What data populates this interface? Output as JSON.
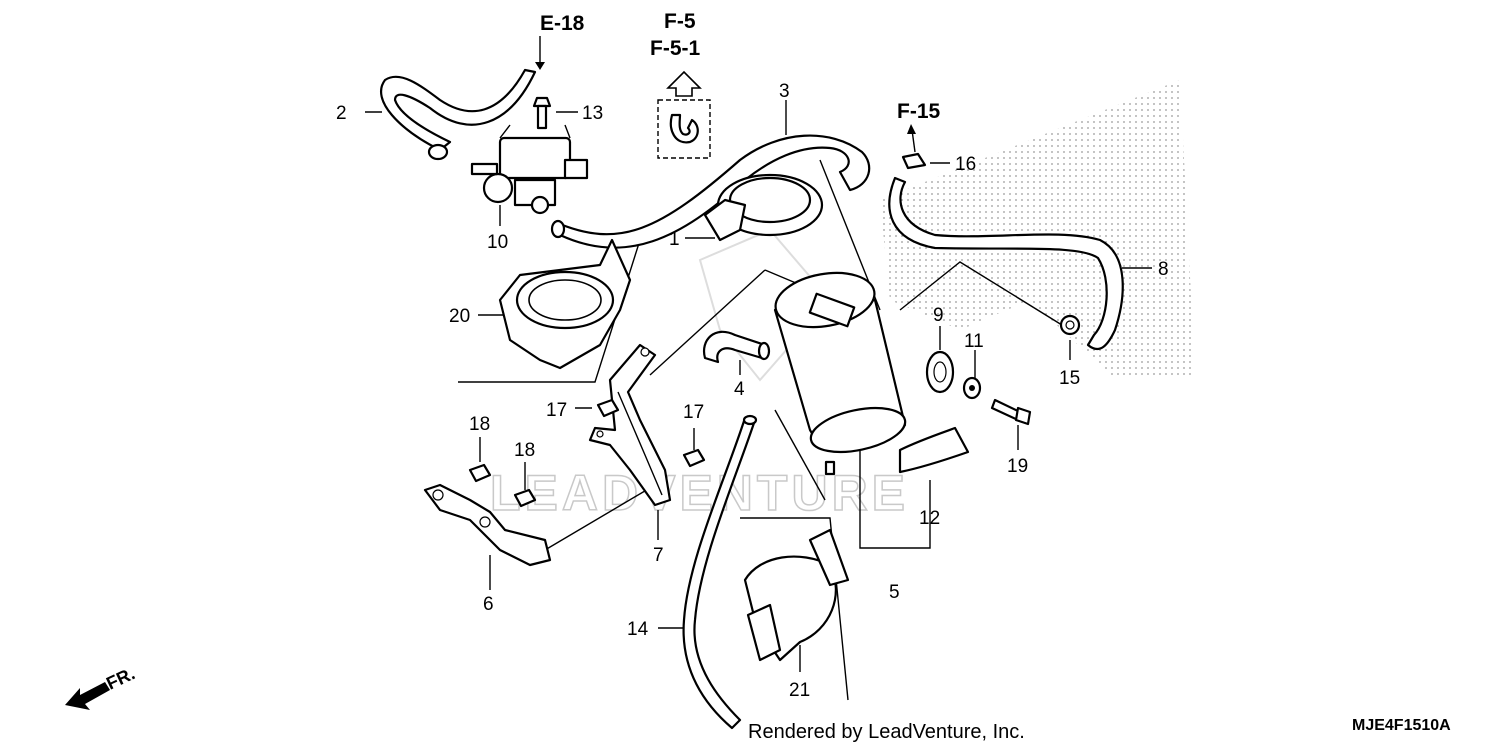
{
  "diagram": {
    "references": {
      "e18": "E-18",
      "f5": "F-5",
      "f51": "F-5-1",
      "f15": "F-15"
    },
    "callouts": {
      "p1": "1",
      "p2": "2",
      "p3": "3",
      "p4": "4",
      "p5": "5",
      "p6": "6",
      "p7": "7",
      "p8": "8",
      "p9": "9",
      "p10": "10",
      "p11": "11",
      "p12": "12",
      "p13": "13",
      "p14": "14",
      "p15": "15",
      "p16": "16",
      "p17a": "17",
      "p17b": "17",
      "p18a": "18",
      "p18b": "18",
      "p19": "19",
      "p20": "20",
      "p21": "21"
    },
    "front_marker": "FR.",
    "watermark": "LEADVENTURE",
    "rendered_by": "Rendered by LeadVenture, Inc.",
    "diagram_code": "MJE4F1510A"
  },
  "colors": {
    "line": "#000000",
    "watermark": "#c9c9c9",
    "shading": "#9a9a9a"
  }
}
